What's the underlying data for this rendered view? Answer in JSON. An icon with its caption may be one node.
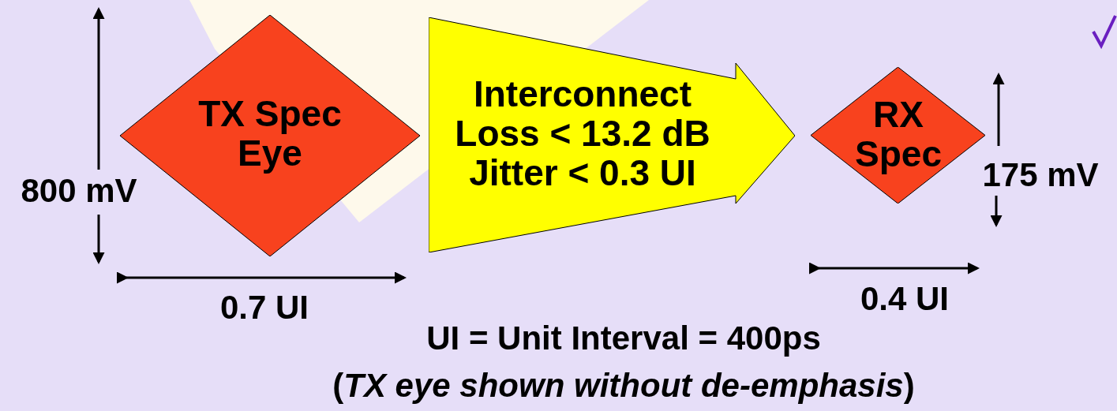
{
  "diagram": {
    "nodes": [
      {
        "text": [
          "TX Spec Eye"
        ]
      },
      {
        "text": [
          "Interconnect Loss < 13.2 dB Jitter < 0.3 UI"
        ]
      },
      {
        "text": [
          "RX Spec"
        ]
      }
    ],
    "labels": [
      "800 mV",
      "0.7 UI",
      "175 mV",
      "0.4 UI",
      "UI = Unit Interval = 400ps",
      "(*TX eye shown without de-emphasis*)"
    ]
  }
}
